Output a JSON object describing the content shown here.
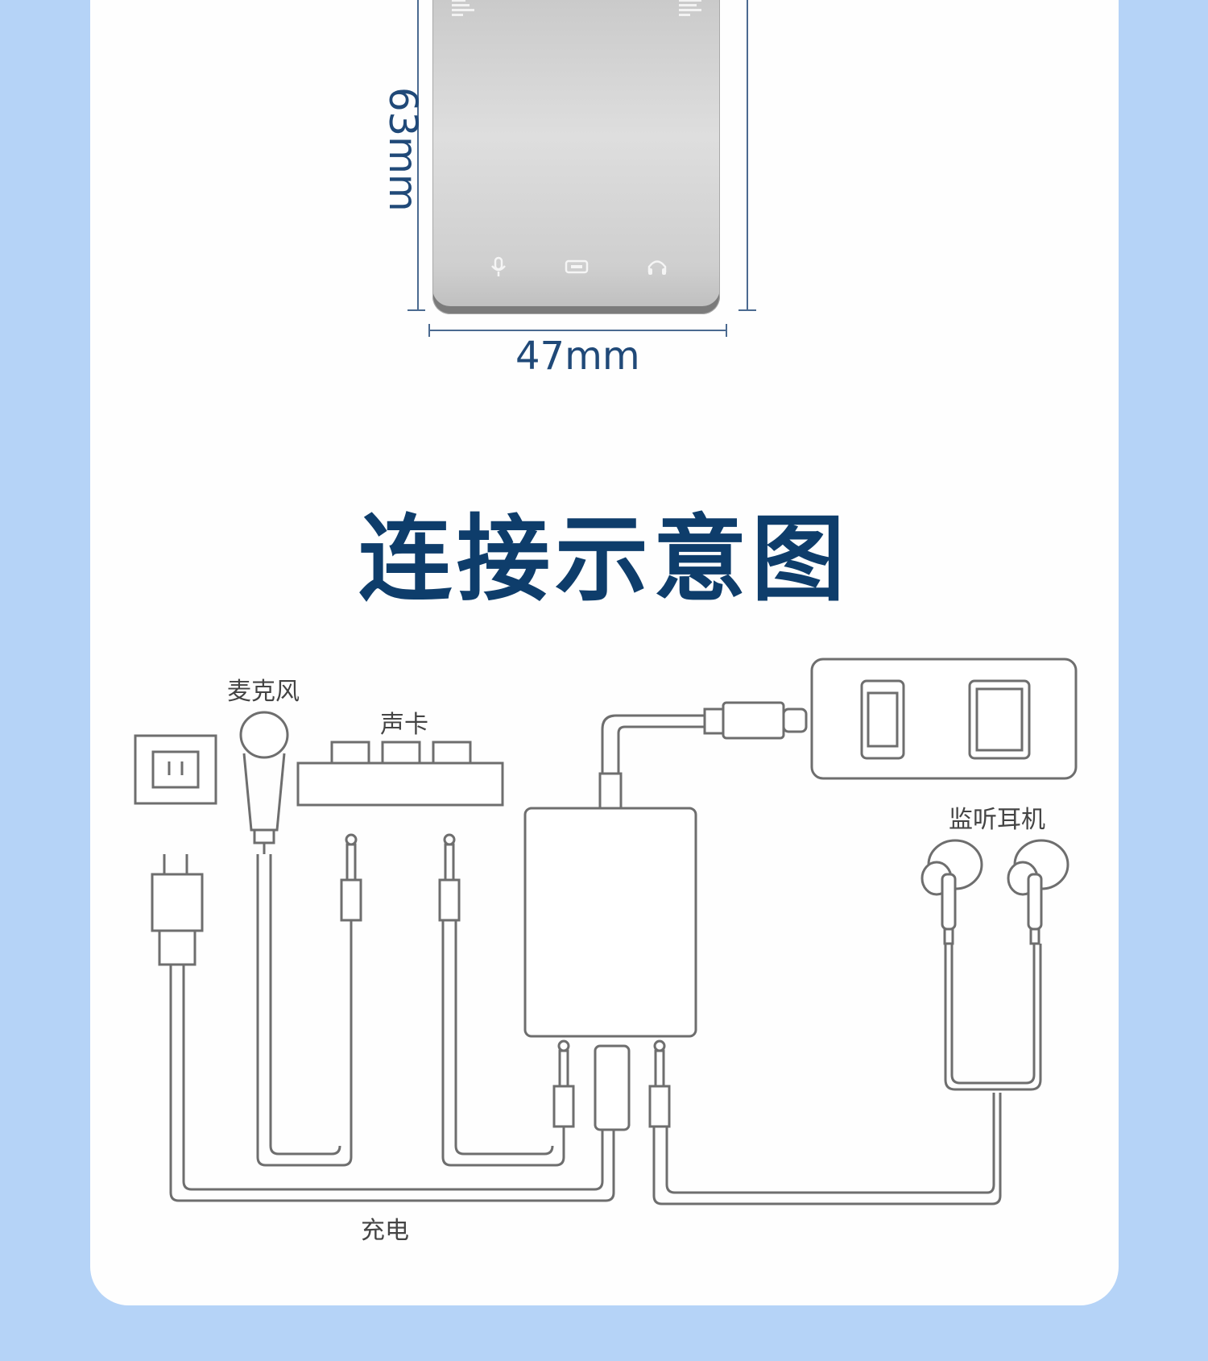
{
  "dimensions": {
    "height_label": "63mm",
    "width_label": "47mm"
  },
  "title": "连接示意图",
  "labels": {
    "microphone": "麦克风",
    "sound_card": "声卡",
    "monitor_earphones": "监听耳机",
    "charging": "充电"
  },
  "colors": {
    "background": "#b5d3f7",
    "title": "#0e3d6b",
    "dimension": "#204978",
    "line_art": "#6e6e6e"
  },
  "icons": [
    "mic-icon",
    "charge-icon",
    "headphone-icon",
    "power-outlet-icon",
    "microphone-icon",
    "sound-card-icon",
    "phone-icon",
    "tablet-icon",
    "earphones-icon",
    "power-plug-icon",
    "audio-jack-icon",
    "lightning-connector-icon"
  ]
}
